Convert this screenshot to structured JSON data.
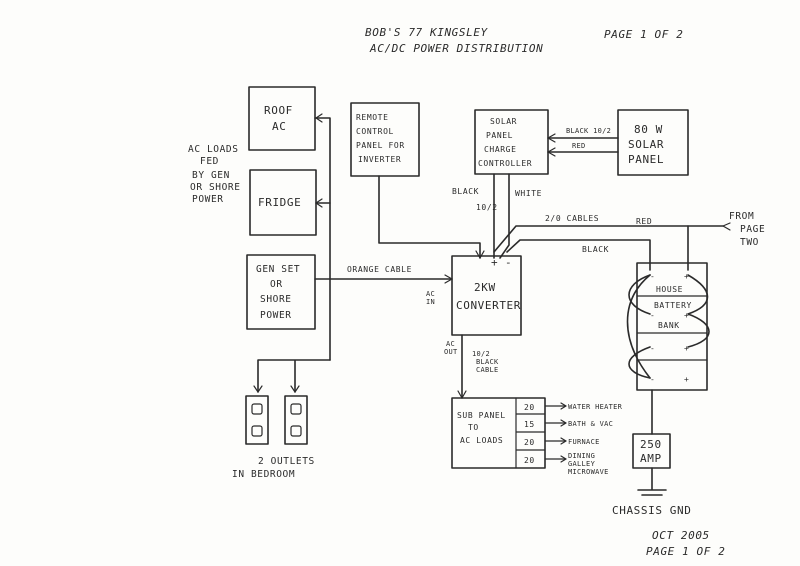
{
  "header": {
    "title_line1": "BOB'S  77 KINGSLEY",
    "title_line2": "AC/DC POWER DISTRIBUTION",
    "page_top": "PAGE 1 OF 2"
  },
  "side_note": [
    "AC LOADS",
    "FED",
    "BY GEN",
    "OR SHORE",
    "POWER"
  ],
  "boxes": {
    "roof_ac": [
      "ROOF",
      "AC"
    ],
    "fridge": [
      "FRIDGE"
    ],
    "genset": [
      "GEN SET",
      "OR",
      "SHORE",
      "POWER"
    ],
    "remote_panel": [
      "REMOTE",
      "CONTROL",
      "PANEL FOR",
      "INVERTER"
    ],
    "charge_controller": [
      "SOLAR",
      "PANEL",
      "CHARGE",
      "CONTROLLER"
    ],
    "solar_panel": [
      "80 W",
      "SOLAR",
      "PANEL"
    ],
    "converter": [
      "2KW",
      "CONVERTER"
    ],
    "house_battery": [
      "HOUSE",
      "BATTERY",
      "BANK"
    ],
    "fuse": [
      "250",
      "AMP"
    ],
    "subpanel": [
      "SUB PANEL",
      "TO",
      "AC LOADS"
    ]
  },
  "breakers": [
    {
      "amps": "20",
      "load": [
        "WATER HEATER"
      ]
    },
    {
      "amps": "15",
      "load": [
        "BATH & VAC"
      ]
    },
    {
      "amps": "20",
      "load": [
        "FURNACE"
      ]
    },
    {
      "amps": "20",
      "load": [
        "DINING",
        "GALLEY",
        "MICROWAVE"
      ]
    }
  ],
  "wire_labels": {
    "black_10_2": "BLACK 10/2",
    "red": "RED",
    "black_left": "BLACK",
    "gauge_10_2": "10/2",
    "white": "WHITE",
    "cables_2_0": "2/0 CABLES",
    "red_2": "RED",
    "black_2": "BLACK",
    "orange_cable": "ORANGE CABLE",
    "ac_in": [
      "AC",
      "IN"
    ],
    "ac_out": [
      "AC",
      "OUT"
    ],
    "black_cable": [
      "10/2",
      "BLACK",
      "CABLE"
    ],
    "plus": "+",
    "minus": "-"
  },
  "from_page_two": [
    "FROM",
    "PAGE",
    "TWO"
  ],
  "outlets_label": [
    "2 OUTLETS",
    "IN BEDROOM"
  ],
  "chassis": "CHASSIS GND",
  "footer": {
    "date": "OCT 2005",
    "page": "PAGE 1 OF 2"
  }
}
